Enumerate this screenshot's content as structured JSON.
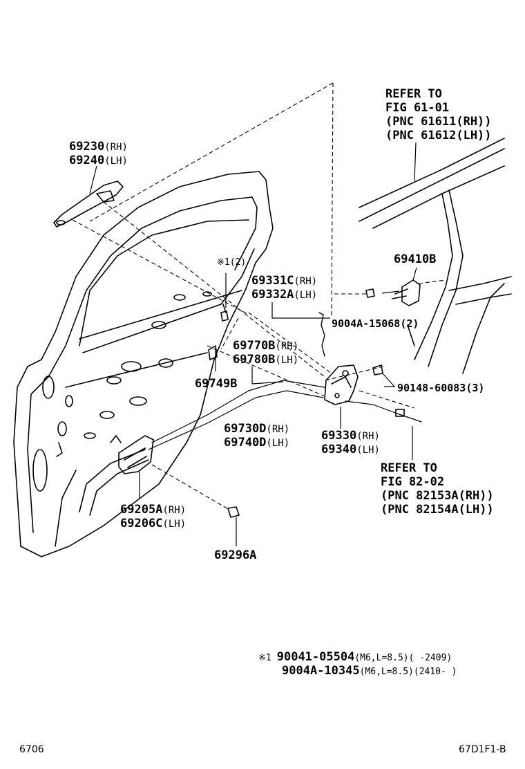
{
  "labels": {
    "refer_top": [
      "REFER TO",
      "FIG 61-01",
      "(PNC 61611(RH))",
      "(PNC 61612(LH))"
    ],
    "p69230_rh": "69230",
    "p69230_rh_side": "(RH)",
    "p69240_lh": "69240",
    "p69240_lh_side": "(LH)",
    "note_mark": "※1(2)",
    "p69331c": "69331C",
    "p69331c_side": "(RH)",
    "p69332a": "69332A",
    "p69332a_side": "(LH)",
    "p69410b": "69410B",
    "p9004a_15068": "9004A-15068(2)",
    "p69770b": "69770B",
    "p69770b_side": "(RH)",
    "p69780b": "69780B",
    "p69780b_side": "(LH)",
    "p69749b": "69749B",
    "p90148": "90148-60083(3)",
    "p69730d": "69730D",
    "p69730d_side": "(RH)",
    "p69740d": "69740D",
    "p69740d_side": "(LH)",
    "p69330": "69330",
    "p69330_side": "(RH)",
    "p69340": "69340",
    "p69340_side": "(LH)",
    "refer_mid": [
      "REFER TO",
      "FIG 82-02",
      "(PNC 82153A(RH))",
      "(PNC 82154A(LH))"
    ],
    "p69205a": "69205A",
    "p69205a_side": "(RH)",
    "p69206c": "69206C",
    "p69206c_side": "(LH)",
    "p69296a": "69296A"
  },
  "notes": [
    {
      "mark": "※1",
      "part": "90041-05504",
      "spec": "(M6,L=8.5)",
      "range": "(      -2409)"
    },
    {
      "mark": "",
      "part": "9004A-10345",
      "spec": "(M6,L=8.5)",
      "range": "(2410-      )"
    }
  ],
  "footer": {
    "left": "6706",
    "right": "67D1F1-B"
  }
}
